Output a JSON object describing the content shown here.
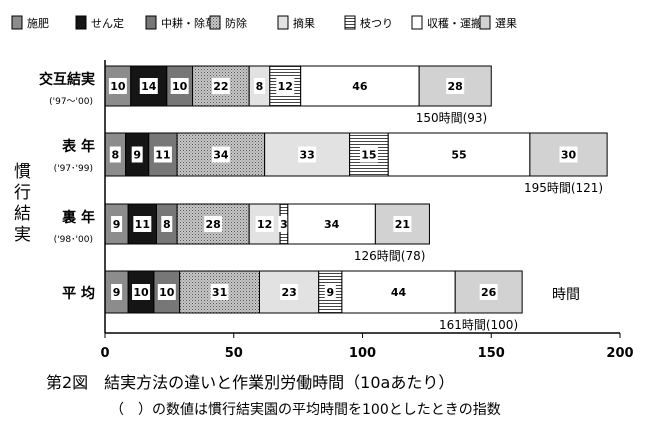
{
  "chart_data": {
    "type": "bar",
    "orientation": "horizontal-stacked",
    "title": "第2図　結実方法の違いと作業別労働時間（10aあたり）",
    "subtitle": "（　）の数値は慣行結実園の平均時間を100としたときの指数",
    "xlabel": "時間",
    "xlim": [
      0,
      200
    ],
    "xticks": [
      "0",
      "50",
      "100",
      "150",
      "200"
    ],
    "group_label": "慣行結実",
    "legend": [
      "施肥",
      "せん定",
      "中耕・除草",
      "防除",
      "摘果",
      "枝つり",
      "収穫・運搬",
      "選果"
    ],
    "legend_position": "top",
    "series_colors": [
      "#8c8c8c",
      "#151515",
      "#777777",
      "pattern-dots",
      "#e2e2e2",
      "pattern-hlines",
      "#ffffff",
      "#d2d2d2"
    ],
    "rows": [
      {
        "label": "交互結実",
        "period": "('97～'00)",
        "values": [
          10,
          14,
          10,
          22,
          8,
          12,
          46,
          28
        ],
        "total_label": "150時間(93)"
      },
      {
        "label": "表 年",
        "period": "('97･'99)",
        "values": [
          8,
          9,
          11,
          34,
          33,
          15,
          55,
          30
        ],
        "total_label": "195時間(121)"
      },
      {
        "label": "裏 年",
        "period": "('98･'00)",
        "values": [
          9,
          11,
          8,
          28,
          12,
          3,
          34,
          21
        ],
        "total_label": "126時間(78)"
      },
      {
        "label": "平 均",
        "period": "",
        "values": [
          9,
          10,
          10,
          31,
          23,
          9,
          44,
          26
        ],
        "total_label": "161時間(100)"
      }
    ]
  }
}
